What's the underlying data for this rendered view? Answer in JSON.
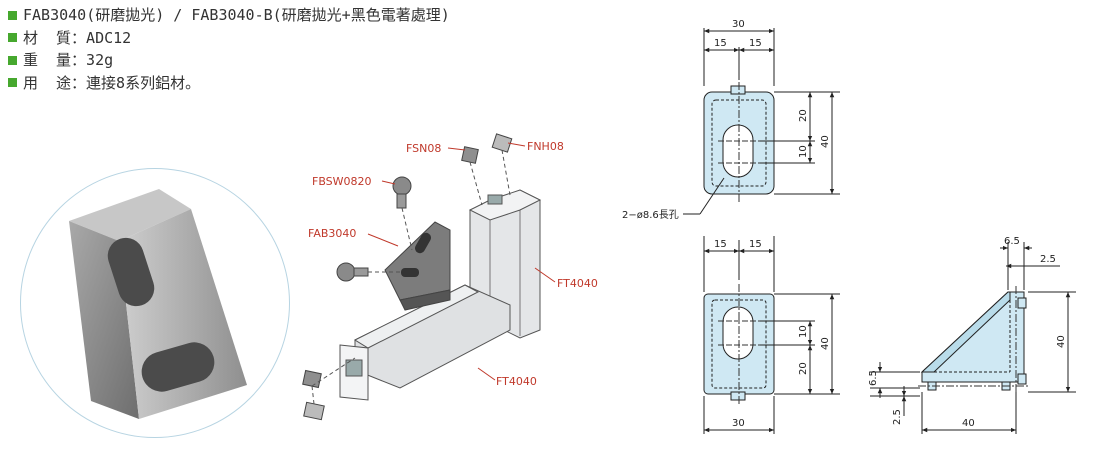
{
  "specs": [
    {
      "text": "FAB3040(研磨拋光) / FAB3040-B(研磨拋光+黑色電著處理)"
    },
    {
      "text": "材  質：ADC12"
    },
    {
      "text": "重  量：32g"
    },
    {
      "text": "用  途：連接8系列鋁材。"
    }
  ],
  "assembly_labels": {
    "fsn": "FSN08",
    "fnh": "FNH08",
    "fbsw": "FBSW0820",
    "fab": "FAB3040",
    "ft_right": "FT4040",
    "ft_bottom": "FT4040"
  },
  "dims": {
    "top_view": {
      "width": "30",
      "half_left": "15",
      "half_right": "15",
      "slot_offset": "20",
      "slot_len": "10",
      "height": "40",
      "hole_note": "2−ø8.6長孔"
    },
    "front_view": {
      "half_left": "15",
      "half_right": "15",
      "slot_len": "10",
      "slot_offset": "20",
      "height": "40",
      "width": "30"
    },
    "side_view": {
      "lip_top": "6.5",
      "lip_thk": "2.5",
      "height": "40",
      "base_lip": "6.5",
      "base_thk": "2.5",
      "width": "40"
    }
  },
  "colors": {
    "bullet": "#46a82e",
    "part_fill": "#cfe8f3",
    "label": "#c0392b"
  }
}
